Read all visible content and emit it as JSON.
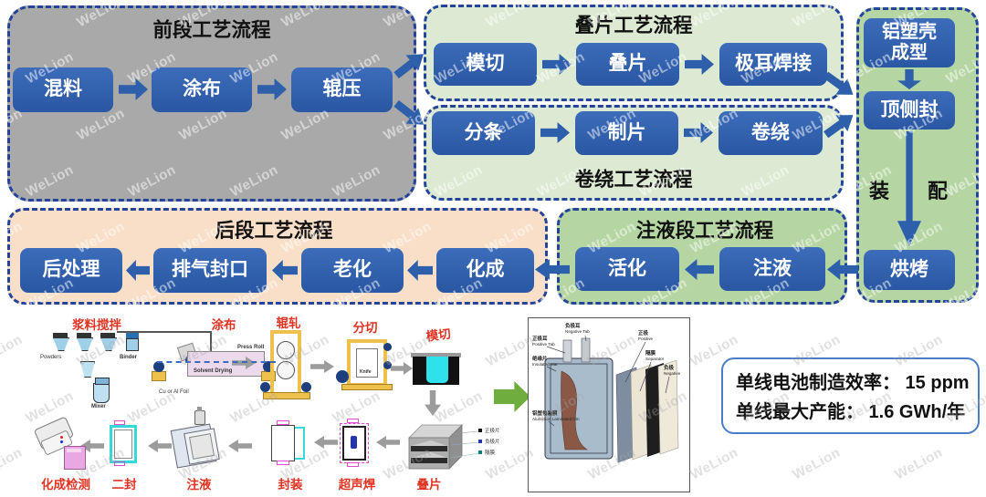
{
  "watermark": {
    "text": "WeLion"
  },
  "front_panel": {
    "title": "前段工艺流程",
    "steps": [
      "混料",
      "涂布",
      "辊压"
    ]
  },
  "stacking_panel": {
    "title": "叠片工艺流程",
    "steps": [
      "模切",
      "叠片",
      "极耳焊接"
    ]
  },
  "winding_panel": {
    "title": "卷绕工艺流程",
    "steps": [
      "分条",
      "制片",
      "卷绕"
    ]
  },
  "assembly_column": {
    "steps": [
      "铝塑壳成型",
      "顶侧封",
      "烘烤"
    ],
    "label_left": "装",
    "label_right": "配"
  },
  "injection_panel": {
    "title": "注液段工艺流程",
    "steps": [
      "活化",
      "注液"
    ]
  },
  "back_panel": {
    "title": "后段工艺流程",
    "steps": [
      "后处理",
      "排气封口",
      "老化",
      "化成"
    ]
  },
  "equipment_flow": {
    "mixing_label": "浆料搅拌",
    "coating_label": "涂布",
    "rolling_label": "辊轧",
    "slitting_label": "分切",
    "die_cutting_label": "模切",
    "stacking_label": "叠片",
    "ultrasonic_label": "超声焊",
    "packaging_label": "封装",
    "injection_label": "注液",
    "second_seal_label": "二封",
    "formation_test_label": "化成检测",
    "powders_label": "Powders",
    "binder_label": "Binder",
    "mixer_label": "Mixer",
    "solvent_drying_label": "Solvent Drying",
    "foil_label": "Cu or Al Foil",
    "press_roll_label": "Press Roll",
    "knife_label": "Knife",
    "stack_legend": [
      "正极片",
      "负极片",
      "隔膜"
    ]
  },
  "battery_diagram": {
    "negative_tab_cn": "负极耳",
    "negative_tab_en": "Negative Tab",
    "positive_tab_cn": "正极耳",
    "positive_tab_en": "Positive Tab",
    "insulated_mat_cn": "绝缘片",
    "insulated_mat_en": "Insulated Mat",
    "positive_cn": "正极",
    "positive_en": "Positive",
    "separator_cn": "隔膜",
    "separator_en": "Separator",
    "negative_cn": "负极",
    "negative_en": "Negative",
    "aluminum_film_cn": "铝塑包装膜",
    "aluminum_film_en": "Aluminum Laminated film"
  },
  "info_box": {
    "line1": "单线电池制造效率： 15 ppm",
    "line2": "单线最大产能： 1.6 GWh/年"
  },
  "colors": {
    "accent_blue": "#2e5fab",
    "panel_gray": "#a9a9a9",
    "panel_light_green": "#dcead3",
    "panel_green": "#b5d6a3",
    "panel_peach": "#fadfc8",
    "border_navy": "#24439a",
    "label_red": "#e03322",
    "arrow_green": "#6fae3e"
  }
}
